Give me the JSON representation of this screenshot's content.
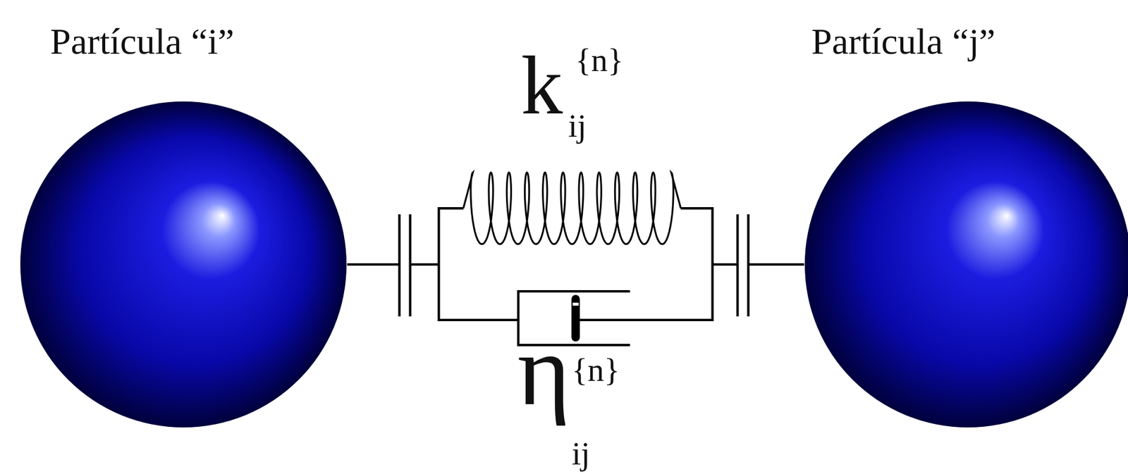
{
  "diagram": {
    "nodes": [
      {
        "text": [
          "Partícula “i”"
        ]
      },
      {
        "text": [
          "Partícula “j”"
        ]
      }
    ],
    "edges": [
      {
        "from": 0,
        "to": 1,
        "arrow": "none"
      }
    ],
    "labels": [
      "k",
      "{n}",
      "ij",
      "η",
      "{n}",
      "ij"
    ]
  }
}
